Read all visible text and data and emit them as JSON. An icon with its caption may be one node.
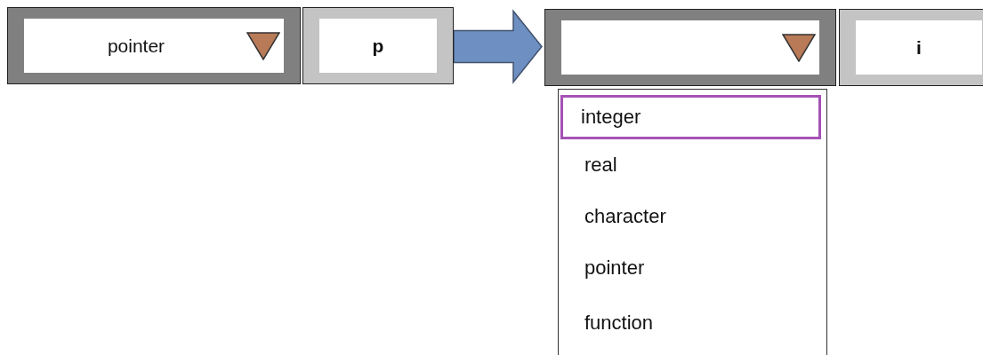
{
  "diagram": {
    "nodes": [
      {
        "text": [
          "pointer"
        ]
      },
      {
        "text": [
          "p"
        ]
      },
      {
        "text": [],
        "shape": "box"
      },
      {
        "text": [
          "i"
        ]
      },
      {
        "text": [],
        "shape": "box"
      },
      {
        "text": [
          "integer"
        ],
        "in": 4
      },
      {
        "text": [
          "real"
        ],
        "in": 4
      },
      {
        "text": [
          "character"
        ],
        "in": 4
      },
      {
        "text": [
          "pointer"
        ],
        "in": 4
      },
      {
        "text": [
          "function"
        ],
        "in": 4
      }
    ],
    "edges": [
      {
        "from": 1,
        "to": 2,
        "arrow": "to",
        "style": "thick"
      }
    ]
  }
}
